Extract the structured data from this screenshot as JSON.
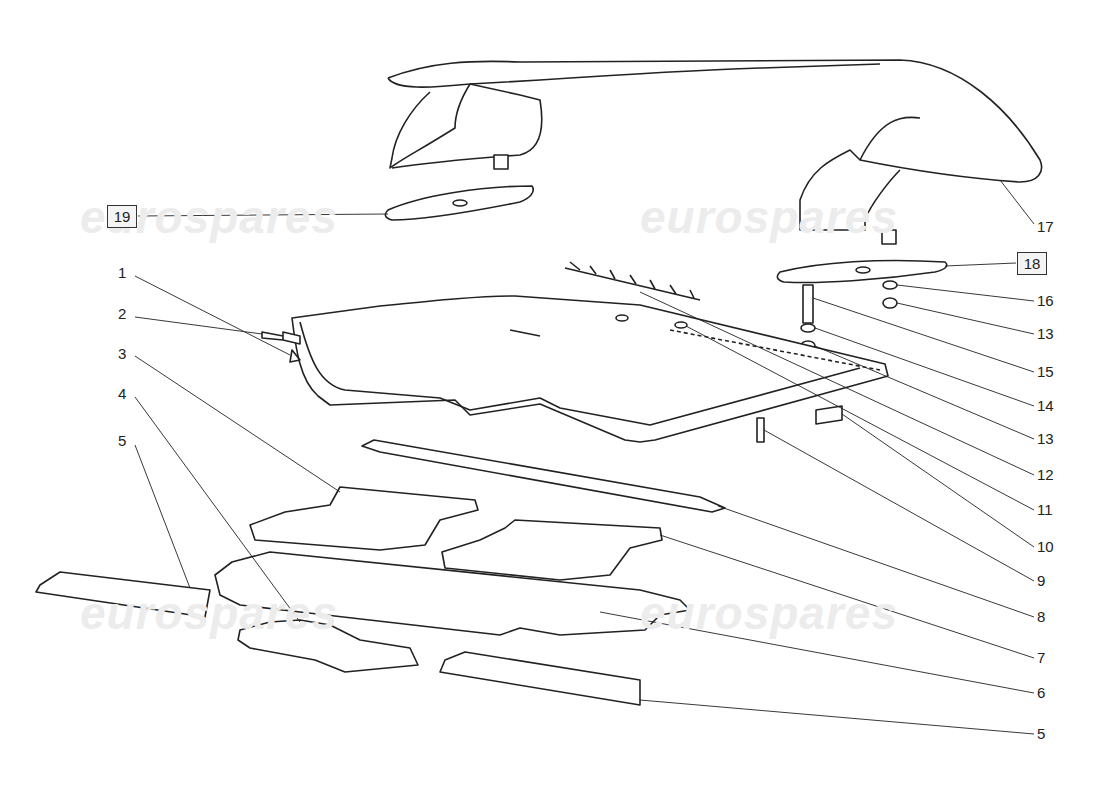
{
  "diagram": {
    "nodes": [
      {
        "text": [
          "19"
        ]
      },
      {
        "text": [
          "18"
        ]
      }
    ],
    "labels": [
      "eurospares",
      "eurospares",
      "eurospares",
      "eurospares",
      "1",
      "2",
      "3",
      "4",
      "5",
      "17",
      "16",
      "13",
      "15",
      "14",
      "13",
      "12",
      "11",
      "10",
      "9",
      "8",
      "7",
      "6",
      "5"
    ]
  }
}
